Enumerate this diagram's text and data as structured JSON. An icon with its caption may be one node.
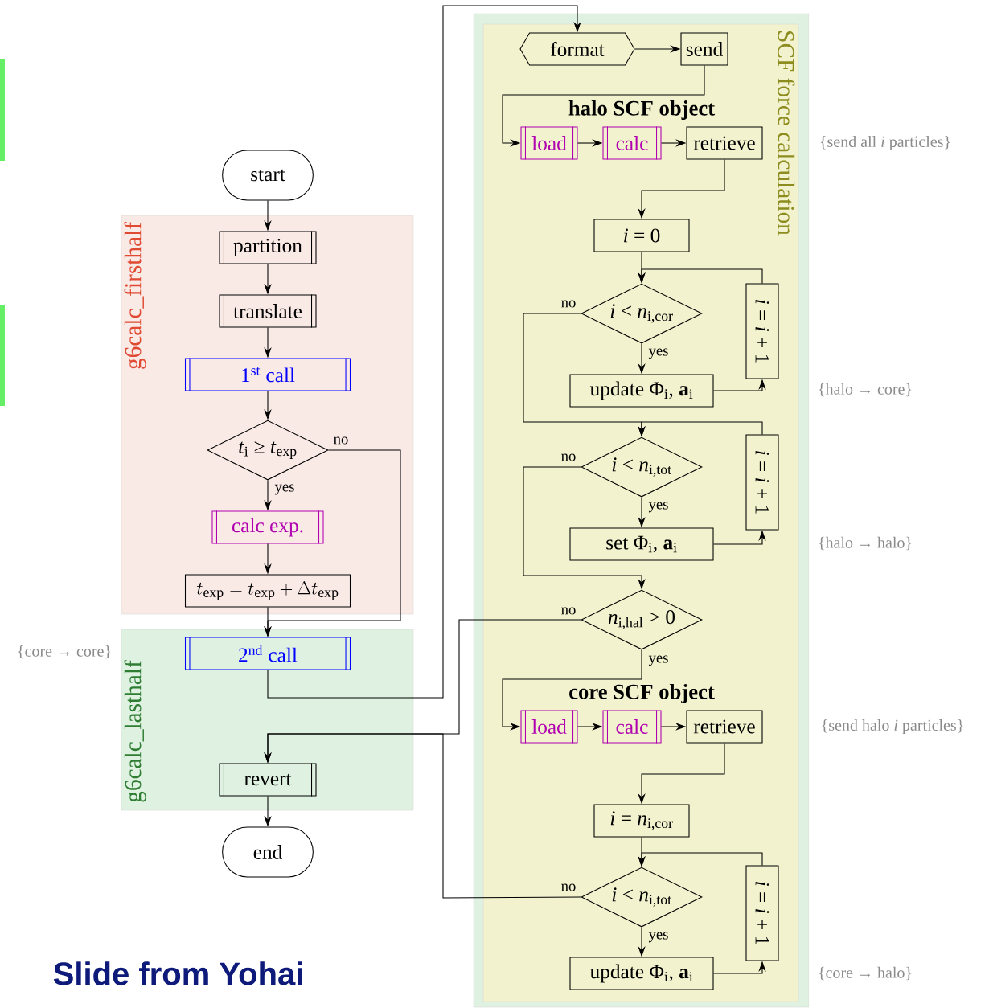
{
  "diagram": {
    "nodes": [
      {
        "text": [
          "start"
        ]
      },
      {
        "text": [
          "g6calc_firsthalf"
        ]
      },
      {
        "text": [
          "partition"
        ],
        "in": 1
      },
      {
        "text": [
          "translate"
        ],
        "in": 1
      },
      {
        "text": [
          "1$^{st}$ call"
        ],
        "in": 1
      },
      {
        "text": [
          "*t*$_{i}$ ≥ *t*$_{exp}$"
        ],
        "in": 1
      },
      {
        "text": [
          "calc exp."
        ],
        "in": 1
      },
      {
        "text": [
          "t_{\\mathrm{exp}} = t_{\\mathrm{exp}} + \\Delta t_{\\mathrm{exp}}"
        ],
        "in": 1
      },
      {
        "text": [
          "g6calc_lasthalf"
        ]
      },
      {
        "text": [
          "2$^{nd}$ call"
        ],
        "in": 8
      },
      {
        "text": [
          "revert"
        ],
        "in": 8
      },
      {
        "text": [
          "end"
        ]
      },
      {
        "text": [
          "SCF force calculation"
        ]
      },
      {
        "text": [
          "format"
        ],
        "in": 12
      },
      {
        "text": [
          "send"
        ],
        "in": 12
      },
      {
        "text": [
          "load"
        ],
        "in": 12
      },
      {
        "text": [
          "calc"
        ],
        "in": 12
      },
      {
        "text": [
          "retrieve"
        ],
        "in": 12
      },
      {
        "text": [
          "*i* = 0"
        ],
        "in": 12
      },
      {
        "text": [
          "*i* < *n*$_{i,cor}$"
        ],
        "in": 12
      },
      {
        "text": [
          "*i* = *i* + 1"
        ],
        "in": 12
      },
      {
        "text": [
          "update Φ$_{i}$, **a**$_{i}$"
        ],
        "in": 12
      },
      {
        "text": [
          "*i* < *n*$_{i,tot}$"
        ],
        "in": 12
      },
      {
        "text": [
          "*i* = *i* + 1"
        ],
        "in": 12
      },
      {
        "text": [
          "set Φ$_{i}$, **a**$_{i}$"
        ],
        "in": 12
      },
      {
        "text": [
          "*n*$_{i,hal}$ > 0"
        ],
        "in": 12
      },
      {
        "text": [
          "load"
        ],
        "in": 12
      },
      {
        "text": [
          "calc"
        ],
        "in": 12
      },
      {
        "text": [
          "retrieve"
        ],
        "in": 12
      },
      {
        "text": [
          "*i* = *n*$_{i,cor}$"
        ],
        "in": 12
      },
      {
        "text": [
          "*i* < *n*$_{i,tot}$"
        ],
        "in": 12
      },
      {
        "text": [
          "*i* = *i* + 1"
        ],
        "in": 12
      },
      {
        "text": [
          "update Φ$_{i}$, **a**$_{i}$"
        ],
        "in": 12
      }
    ],
    "edges": [
      {
        "from": 0,
        "to": 2,
        "arrow": "to"
      },
      {
        "from": 2,
        "to": 3,
        "arrow": "to"
      },
      {
        "from": 3,
        "to": 4,
        "arrow": "to"
      },
      {
        "from": 4,
        "to": 5,
        "arrow": "to"
      },
      {
        "from": 5,
        "to": 6,
        "arrow": "to",
        "label": "yes"
      },
      {
        "from": 6,
        "to": 7,
        "arrow": "to"
      },
      {
        "from": 7,
        "to": 9,
        "arrow": "to"
      },
      {
        "from": 5,
        "to": 9,
        "arrow": "to",
        "label": "no"
      },
      {
        "from": 9,
        "to": 13,
        "arrow": "to"
      },
      {
        "from": 13,
        "to": 14,
        "arrow": "to"
      },
      {
        "from": 14,
        "to": 15,
        "arrow": "to"
      },
      {
        "from": 15,
        "to": 16,
        "arrow": "to"
      },
      {
        "from": 16,
        "to": 17,
        "arrow": "to"
      },
      {
        "from": 17,
        "to": 18,
        "arrow": "to"
      },
      {
        "from": 18,
        "to": 19,
        "arrow": "to"
      },
      {
        "from": 19,
        "to": 21,
        "arrow": "to",
        "label": "yes"
      },
      {
        "from": 21,
        "to": 20,
        "arrow": "to"
      },
      {
        "from": 20,
        "to": 19,
        "arrow": "to"
      },
      {
        "from": 19,
        "to": 22,
        "arrow": "to",
        "label": "no"
      },
      {
        "from": 22,
        "to": 24,
        "arrow": "to",
        "label": "yes"
      },
      {
        "from": 24,
        "to": 23,
        "arrow": "to"
      },
      {
        "from": 23,
        "to": 22,
        "arrow": "to"
      },
      {
        "from": 22,
        "to": 25,
        "arrow": "to",
        "label": "no"
      },
      {
        "from": 25,
        "to": 10,
        "arrow": "to",
        "label": "no"
      },
      {
        "from": 25,
        "to": 26,
        "arrow": "to",
        "label": "yes"
      },
      {
        "from": 26,
        "to": 27,
        "arrow": "to"
      },
      {
        "from": 27,
        "to": 28,
        "arrow": "to"
      },
      {
        "from": 28,
        "to": 29,
        "arrow": "to"
      },
      {
        "from": 29,
        "to": 30,
        "arrow": "to"
      },
      {
        "from": 30,
        "to": 32,
        "arrow": "to",
        "label": "yes"
      },
      {
        "from": 32,
        "to": 31,
        "arrow": "to"
      },
      {
        "from": 31,
        "to": 30,
        "arrow": "to"
      },
      {
        "from": 30,
        "to": 10,
        "arrow": "to",
        "label": "no"
      },
      {
        "from": 10,
        "to": 11,
        "arrow": "to"
      }
    ],
    "labels": [
      "halo SCF object",
      "{send all *i* particles}",
      "{halo → core}",
      "{halo → halo}",
      "{core → core}",
      "core SCF object",
      "{send halo *i* particles}",
      "{core → halo}",
      "Slide from Yohai"
    ]
  }
}
